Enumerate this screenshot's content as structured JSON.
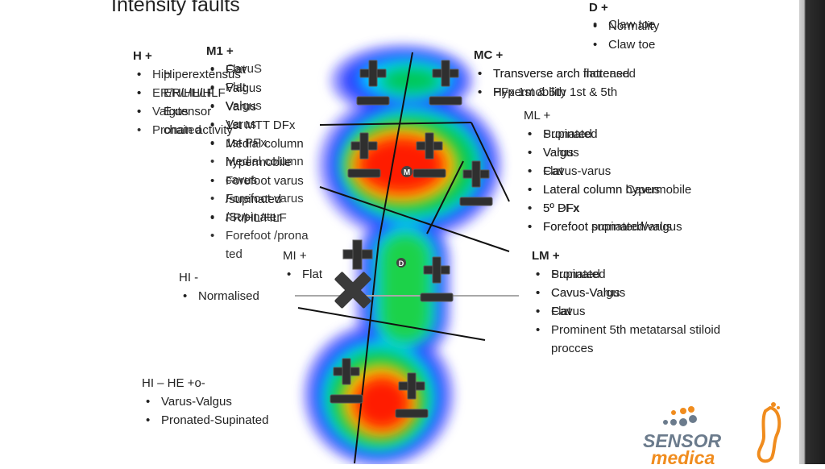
{
  "title": "Intensity faults",
  "blocks": {
    "d_plus": {
      "head": "D +",
      "items": [
        "Normality",
        "Claw toe"
      ],
      "overlay": "Claw toe"
    },
    "h_plus": {
      "head": "H +",
      "items": [
        "Hiperextensus",
        "ER/HL/HLF",
        "Extensor chain activity"
      ],
      "overlay": [
        "Hip",
        "ER/HL/HLF",
        "Valgus",
        "Pronated"
      ]
    },
    "m1_plus": {
      "head": "M1 +",
      "items": [
        "Flat",
        "Valgus",
        "Varus",
        "1st MTT DFx",
        "Medial column hypermobile",
        "Forefoot varus /supinated",
        "FR/HL/HLF"
      ],
      "overlay": [
        "CavuS",
        "Flat",
        "Valgus",
        "Varus",
        "1st PFx",
        "Medial column cavus",
        "Forefoot varus",
        "/Supinater",
        "Forefoot /prona ted"
      ]
    },
    "mc_plus": {
      "head": "MC +",
      "items": [
        "Transverse arch flattened",
        "Hypermobility 1st & 5th"
      ],
      "overlay": [
        "Transverse arch increased",
        "PFx 1st & 5th"
      ]
    },
    "ml_plus": {
      "head": "ML +",
      "items": [
        "Supinated",
        "Valgus",
        "Cavus-varus",
        "Lateral column hypermobile",
        "5º DFx",
        "Forefoot supinated/valgus"
      ],
      "overlay": [
        "Pronated",
        "Varus",
        "Flat",
        "Lateral column Cavus",
        "5º PFx",
        "Forefoot pronated/varus"
      ]
    },
    "mi_plus": {
      "head": "MI +",
      "items": [
        "Flat"
      ]
    },
    "hi_minus": {
      "head": "HI -",
      "items": [
        "Normalised"
      ]
    },
    "lm_plus": {
      "head": "LM +",
      "items": [
        "Supinated",
        "Cavus-Valgus",
        "Cavus",
        "Prominent 5th metatarsal stiloid procces"
      ],
      "overlay": [
        "Pronated",
        "Cavus-Varus",
        "Flat"
      ]
    },
    "hi_he": {
      "head": "HI – HE +o-",
      "items": [
        "Varus-Valgus",
        "Pronated-Supinated"
      ]
    }
  },
  "logo": {
    "top": "SENSOR",
    "bottom": "medica"
  },
  "colors": {
    "plus": "#2f2f2f",
    "heat_hot": "#ff1a00",
    "heat_mid": "#ffd400",
    "heat_cool": "#00c853",
    "heat_edge": "#1f3cff",
    "logo_gray": "#6b7b8c",
    "logo_orange": "#f08c1e"
  },
  "icons": [
    "plus-minus-icon",
    "cross-icon",
    "letter-m-marker",
    "letter-d-marker",
    "sensor-medica-logo"
  ]
}
